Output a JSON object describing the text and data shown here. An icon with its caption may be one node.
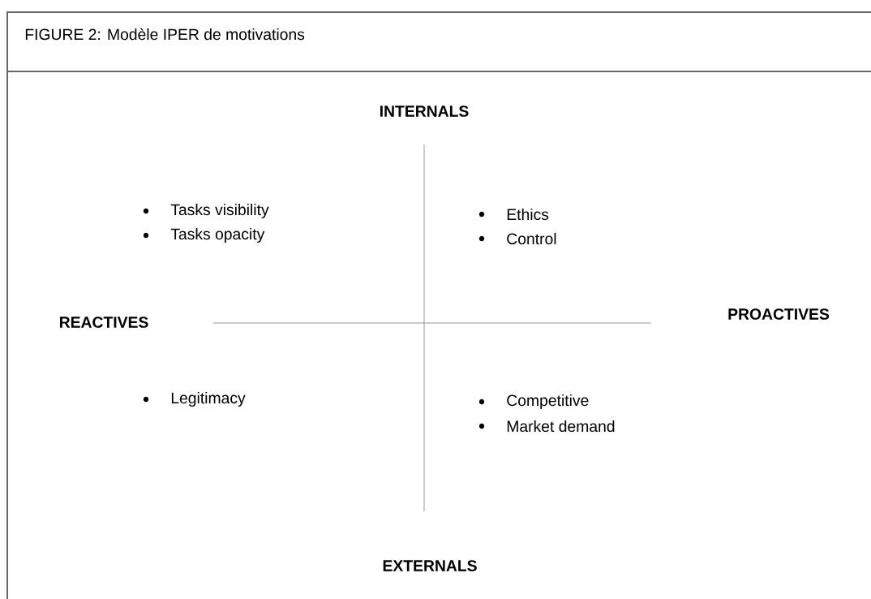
{
  "diagram": {
    "title": "FIGURE 2: Modèle IPER de motivations",
    "labels": [
      "INTERNALS",
      "Tasks visibility",
      "Tasks opacity",
      "Ethics",
      "Control",
      "REACTIVES",
      "PROACTIVES",
      "Legitimacy",
      "Competitive",
      "Market demand",
      "EXTERNALS"
    ]
  }
}
